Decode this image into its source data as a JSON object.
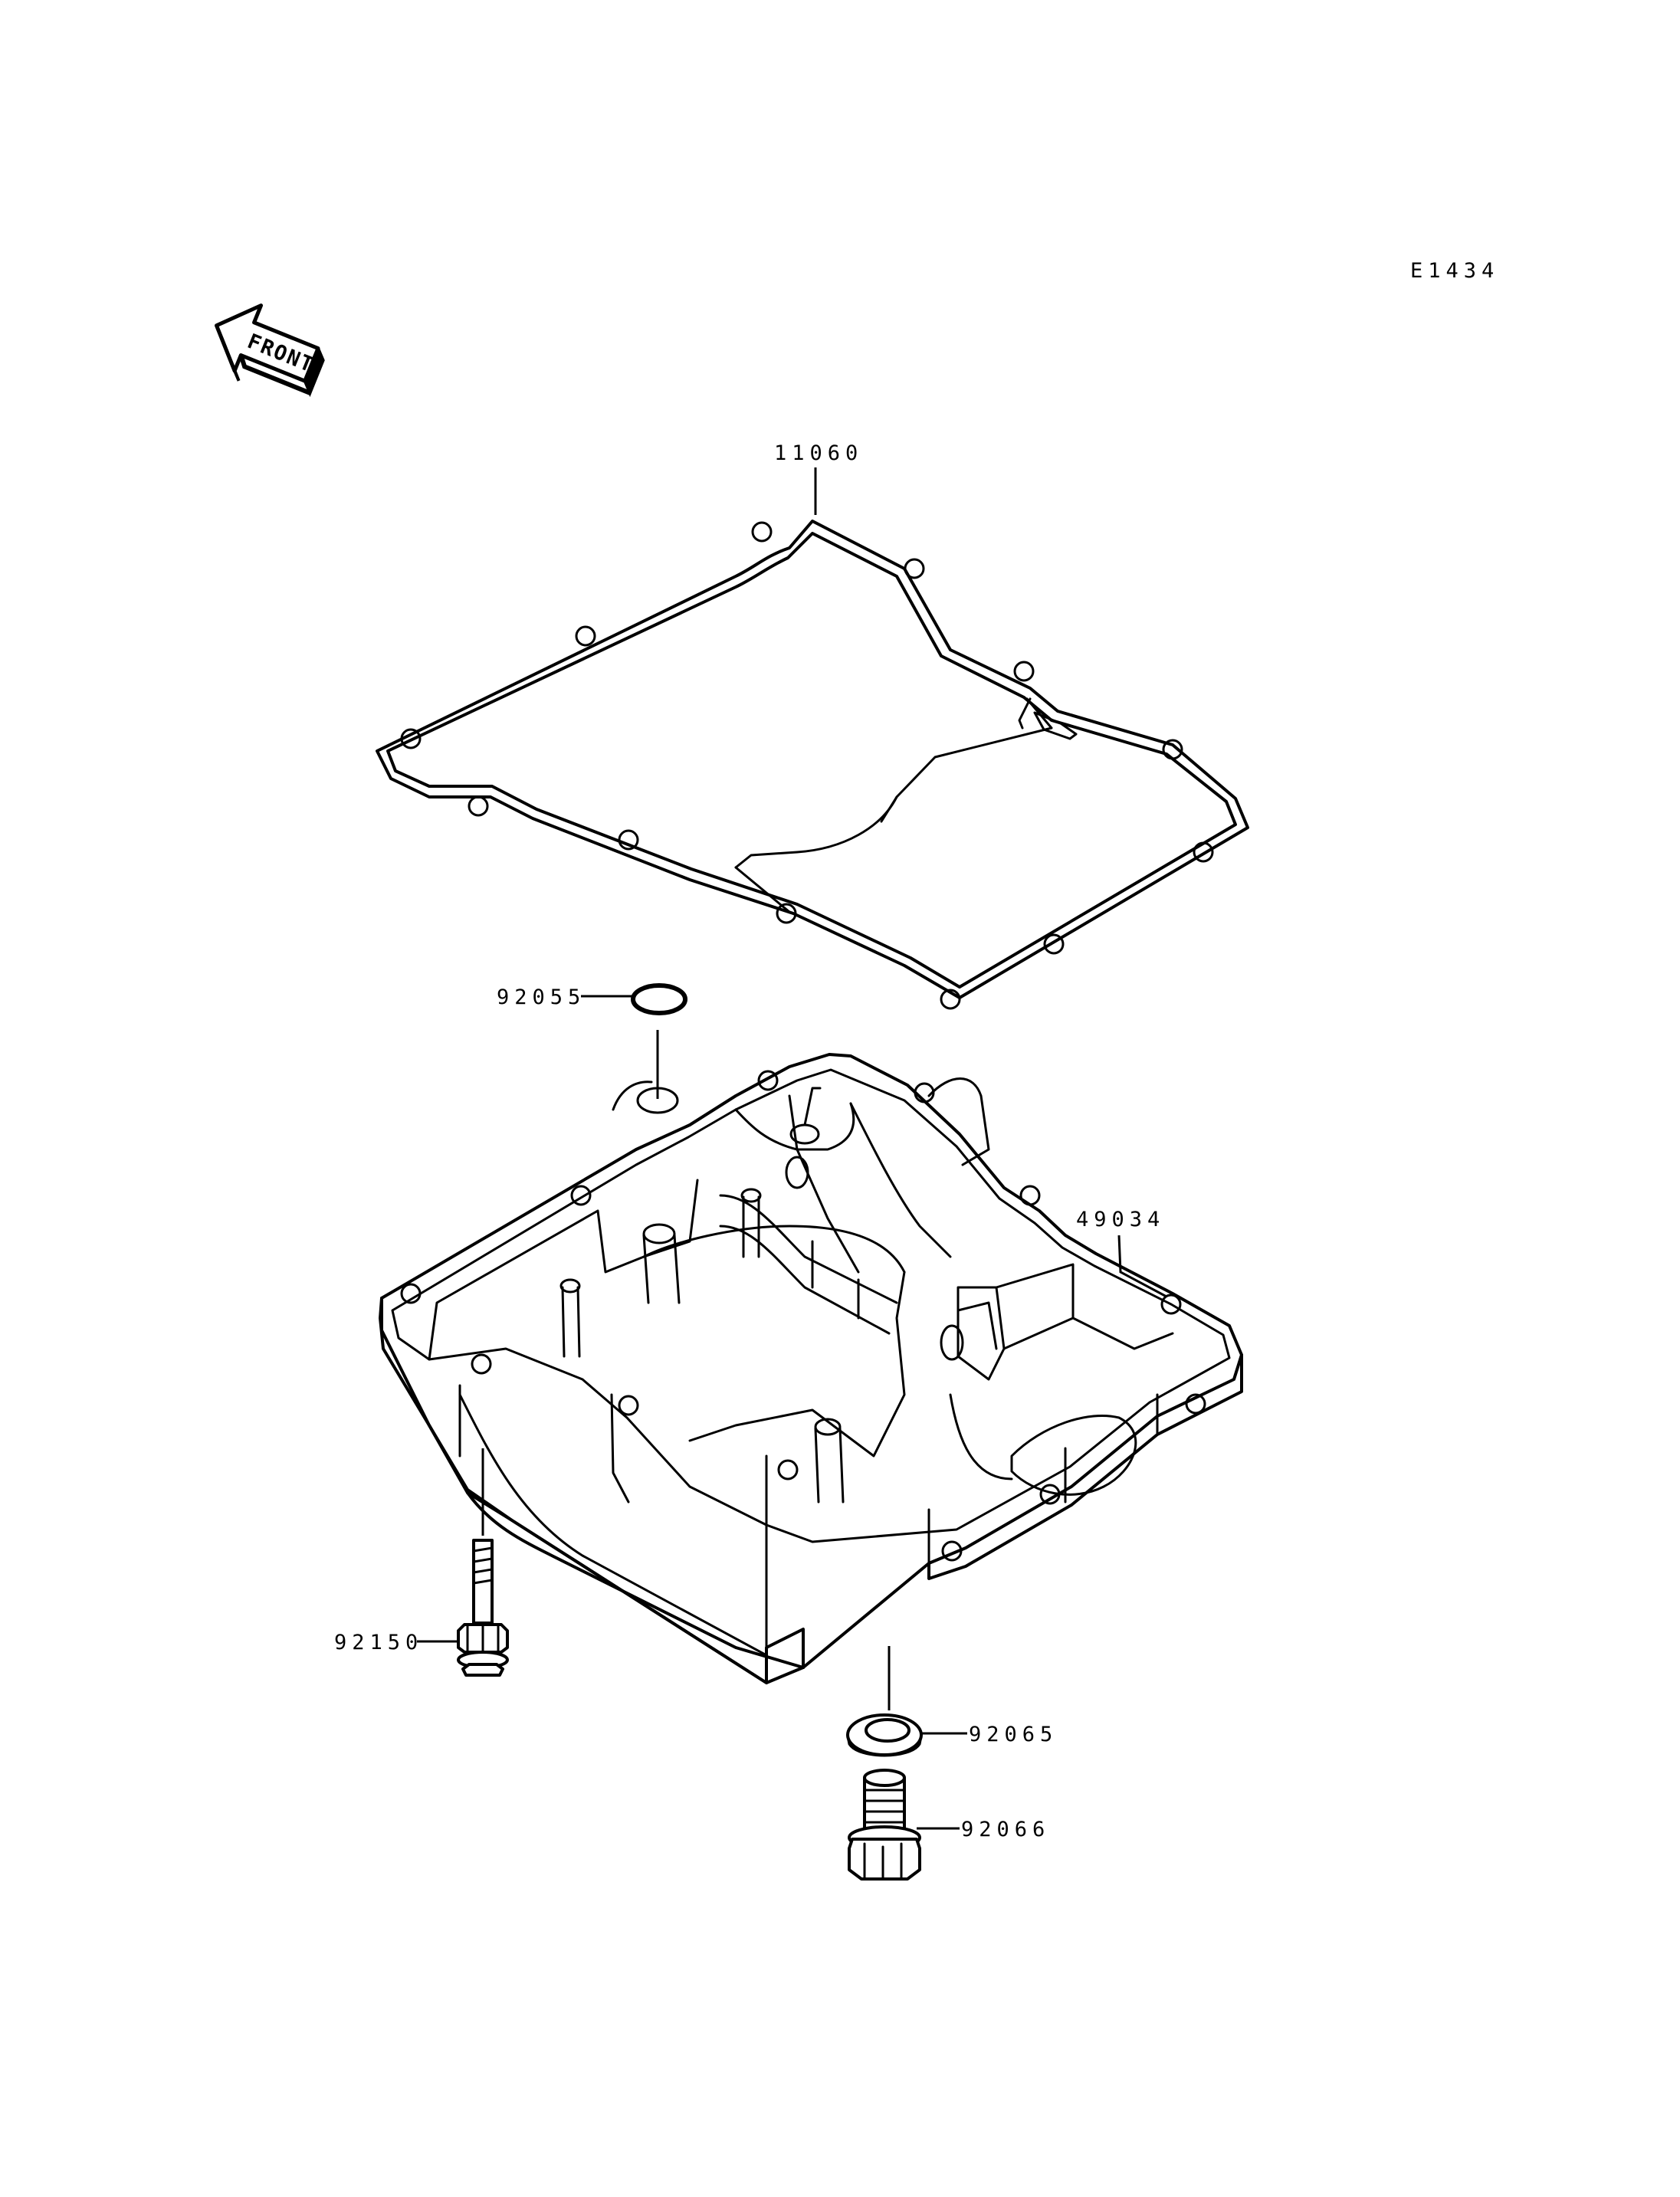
{
  "diagram_code": "E1434",
  "front_indicator": {
    "label": "FRONT",
    "icon": "front-arrow-icon"
  },
  "parts": [
    {
      "id": "gasket",
      "number": "11060"
    },
    {
      "id": "o-ring",
      "number": "92055"
    },
    {
      "id": "oil-pan",
      "number": "49034"
    },
    {
      "id": "bolt",
      "number": "92150"
    },
    {
      "id": "washer",
      "number": "92065"
    },
    {
      "id": "drain-plug",
      "number": "92066"
    }
  ]
}
